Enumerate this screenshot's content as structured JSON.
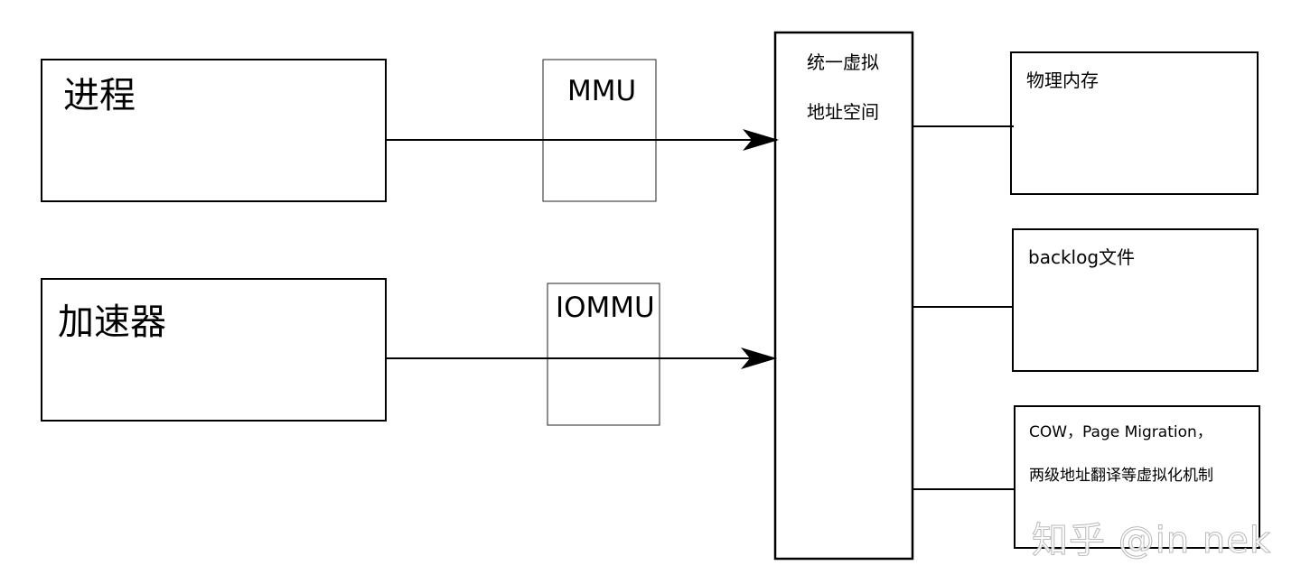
{
  "nodes": {
    "process": "进程",
    "accelerator": "加速器",
    "mmu": "MMU",
    "iommu": "IOMMU",
    "unified_vas_line1": "统一虚拟",
    "unified_vas_line2": "地址空间",
    "physical_memory": "物理内存",
    "backlog_file": "backlog文件",
    "mechanisms_line1": "COW，Page Migration，",
    "mechanisms_line2": "两级地址翻译等虚拟化机制"
  },
  "watermark": "知乎 @in nek"
}
